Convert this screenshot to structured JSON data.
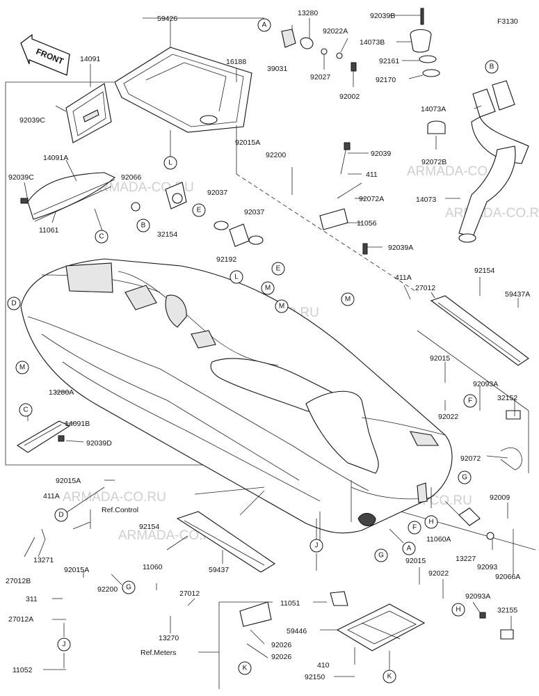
{
  "figure_code": "F3130",
  "front_label": "FRONT",
  "watermark": "ARMADA-CO.RU",
  "refs": {
    "control": "Ref.Control",
    "meters": "Ref.Meters"
  },
  "parts": {
    "p59426": "59426",
    "p14091": "14091",
    "p16188": "16188",
    "p92039C_a": "92039C",
    "p14091A": "14091A",
    "p92039C_b": "92039C",
    "p11061": "11061",
    "p92066": "92066",
    "p32154": "32154",
    "p92037_a": "92037",
    "p92037_b": "92037",
    "p92192": "92192",
    "p92015A_a": "92015A",
    "p92200_a": "92200",
    "p39031": "39031",
    "p13280": "13280",
    "p92022A": "92022A",
    "p92027": "92027",
    "p92002": "92002",
    "p92039B": "92039B",
    "p14073B": "14073B",
    "p92161": "92161",
    "p92170": "92170",
    "p14073A": "14073A",
    "p92072B": "92072B",
    "p14073": "14073",
    "p92039": "92039",
    "p411": "411",
    "p92072A": "92072A",
    "p11056": "11056",
    "p92039A": "92039A",
    "p92154_a": "92154",
    "p411A_a": "411A",
    "p27012_a": "27012",
    "p59437A": "59437A",
    "p92015_a": "92015",
    "p92093A_a": "92093A",
    "p32152": "32152",
    "p92022_a": "92022",
    "p92072": "92072",
    "p13280A": "13280A",
    "p14091B": "14091B",
    "p92039D": "92039D",
    "p92015A_b": "92015A",
    "p411A_b": "411A",
    "p13271": "13271",
    "p27012B": "27012B",
    "p92154_b": "92154",
    "p59437": "59437",
    "p92015A_c": "92015A",
    "p92200_b": "92200",
    "p11060": "11060",
    "p27012_b": "27012",
    "p13270": "13270",
    "p311": "311",
    "p27012A": "27012A",
    "p11052": "11052",
    "p11051": "11051",
    "p92026_a": "92026",
    "p92026_b": "92026",
    "p59446": "59446",
    "p410": "410",
    "p92150": "92150",
    "p92009": "92009",
    "p11060A": "11060A",
    "p13227": "13227",
    "p92093": "92093",
    "p92066A": "92066A",
    "p92015_b": "92015",
    "p92022_b": "92022",
    "p92093A_b": "92093A",
    "p32155": "32155"
  },
  "callouts": {
    "A": "A",
    "B": "B",
    "C": "C",
    "D": "D",
    "E": "E",
    "F": "F",
    "G": "G",
    "H": "H",
    "J": "J",
    "K": "K",
    "L": "L",
    "M": "M"
  }
}
